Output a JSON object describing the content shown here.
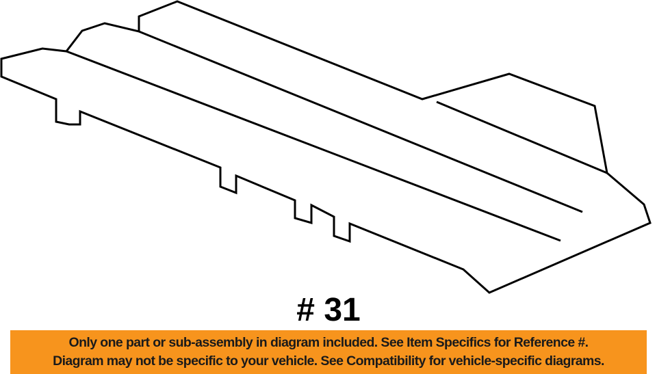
{
  "diagram": {
    "subject": "part-outline-line-drawing",
    "stroke_color": "#000000",
    "background_color": "#ffffff"
  },
  "reference": {
    "label": "# 31"
  },
  "disclaimer": {
    "background_color": "#f7941d",
    "text_color": "#1a1a1a",
    "lines": [
      "Only one part or sub-assembly in diagram included. See Item Specifics for Reference #.",
      "Diagram may not be specific to your vehicle. See Compatibility for vehicle-specific diagrams."
    ]
  }
}
